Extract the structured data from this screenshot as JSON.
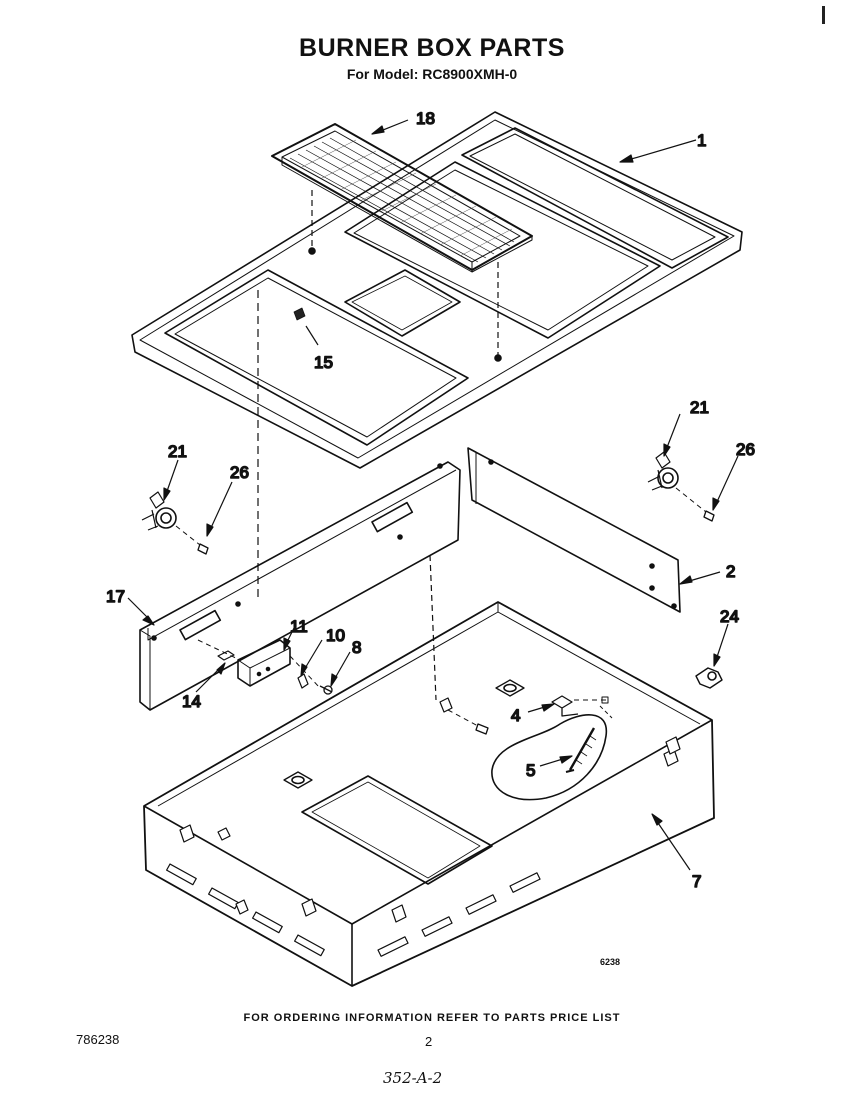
{
  "header": {
    "title": "BURNER BOX PARTS",
    "subtitle": "For Model: RC8900XMH-0"
  },
  "callouts": {
    "c18": "18",
    "c1": "1",
    "c15": "15",
    "c21_right": "21",
    "c26_right": "26",
    "c21_left": "21",
    "c26_left": "26",
    "c2": "2",
    "c17": "17",
    "c11": "11",
    "c10": "10",
    "c8": "8",
    "c24": "24",
    "c14": "14",
    "c4": "4",
    "c5": "5",
    "c7": "7"
  },
  "drawing_code": "6238",
  "footer": {
    "ordering_note": "FOR ORDERING INFORMATION REFER TO PARTS PRICE LIST",
    "doc_number": "786238",
    "page_number": "2",
    "handwritten_ref": "352-A-2"
  }
}
